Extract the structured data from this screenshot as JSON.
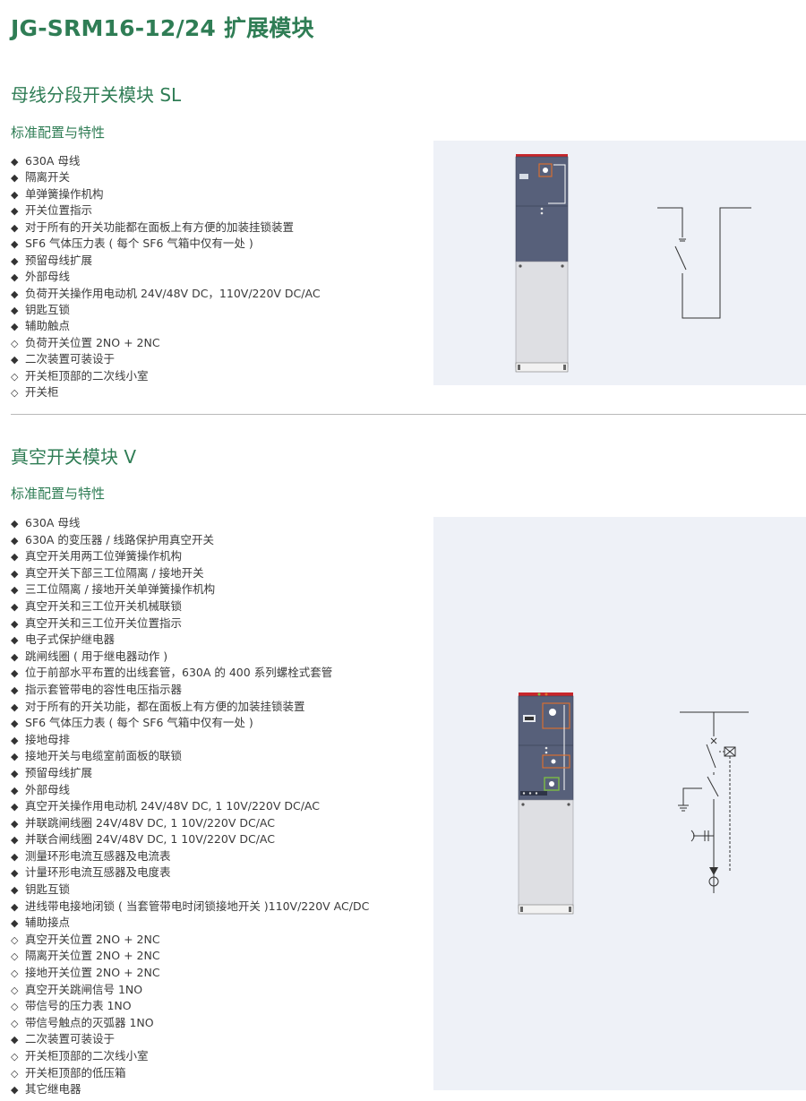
{
  "header": {
    "title": "JG-SRM16-12/24 扩展模块"
  },
  "sections": [
    {
      "title": "母线分段开关模块 SL",
      "subtitle": "标准配置与特性",
      "features": [
        {
          "mark": "◆",
          "text": "630A 母线"
        },
        {
          "mark": "◆",
          "text": "隔离开关"
        },
        {
          "mark": "◆",
          "text": "单弹簧操作机构"
        },
        {
          "mark": "◆",
          "text": "开关位置指示"
        },
        {
          "mark": "◆",
          "text": "对于所有的开关功能都在面板上有方便的加装挂锁装置"
        },
        {
          "mark": "◆",
          "text": "SF6 气体压力表 ( 每个 SF6 气箱中仅有一处 )"
        },
        {
          "mark": "◆",
          "text": "预留母线扩展"
        },
        {
          "mark": "◆",
          "text": "外部母线"
        },
        {
          "mark": "◆",
          "text": "负荷开关操作用电动机 24V/48V DC，110V/220V DC/AC"
        },
        {
          "mark": "◆",
          "text": "钥匙互锁"
        },
        {
          "mark": "◆",
          "text": "辅助触点"
        },
        {
          "mark": "◇",
          "text": "负荷开关位置 2NO + 2NC"
        },
        {
          "mark": "◆",
          "text": "二次装置可装设于"
        },
        {
          "mark": "◇",
          "text": "开关柜顶部的二次线小室"
        },
        {
          "mark": "◇",
          "text": "开关柜"
        }
      ]
    },
    {
      "title": "真空开关模块 V",
      "subtitle": "标准配置与特性",
      "features": [
        {
          "mark": "◆",
          "text": "630A 母线"
        },
        {
          "mark": "◆",
          "text": "630A 的变压器 / 线路保护用真空开关"
        },
        {
          "mark": "◆",
          "text": "真空开关用两工位弹簧操作机构"
        },
        {
          "mark": "◆",
          "text": "真空开关下部三工位隔离 / 接地开关"
        },
        {
          "mark": "◆",
          "text": "三工位隔离 / 接地开关单弹簧操作机构"
        },
        {
          "mark": "◆",
          "text": "真空开关和三工位开关机械联锁"
        },
        {
          "mark": "◆",
          "text": "真空开关和三工位开关位置指示"
        },
        {
          "mark": "◆",
          "text": "电子式保护继电器"
        },
        {
          "mark": "◆",
          "text": "跳闸线圈 ( 用于继电器动作 )"
        },
        {
          "mark": "◆",
          "text": "位于前部水平布置的出线套管，630A 的 400 系列螺栓式套管"
        },
        {
          "mark": "◆",
          "text": "指示套管带电的容性电压指示器"
        },
        {
          "mark": "◆",
          "text": "对于所有的开关功能，都在面板上有方便的加装挂锁装置"
        },
        {
          "mark": "◆",
          "text": "SF6 气体压力表 ( 每个 SF6 气箱中仅有一处 )"
        },
        {
          "mark": "◆",
          "text": "接地母排"
        },
        {
          "mark": "◆",
          "text": "接地开关与电缆室前面板的联锁"
        },
        {
          "mark": "◆",
          "text": "预留母线扩展"
        },
        {
          "mark": "◆",
          "text": "外部母线"
        },
        {
          "mark": "◆",
          "text": "真空开关操作用电动机 24V/48V DC, 1 10V/220V DC/AC"
        },
        {
          "mark": "◆",
          "text": "并联跳闸线圈 24V/48V DC, 1 10V/220V DC/AC"
        },
        {
          "mark": "◆",
          "text": "并联合闸线圈 24V/48V DC, 1 10V/220V DC/AC"
        },
        {
          "mark": "◆",
          "text": "测量环形电流互感器及电流表"
        },
        {
          "mark": "◆",
          "text": "计量环形电流互感器及电度表"
        },
        {
          "mark": "◆",
          "text": "钥匙互锁"
        },
        {
          "mark": "◆",
          "text": "进线带电接地闭锁 ( 当套管带电时闭锁接地开关 )110V/220V AC/DC"
        },
        {
          "mark": "◆",
          "text": "辅助接点"
        },
        {
          "mark": "◇",
          "text": "真空开关位置 2NO + 2NC"
        },
        {
          "mark": "◇",
          "text": "隔离开关位置 2NO + 2NC"
        },
        {
          "mark": "◇",
          "text": "接地开关位置 2NO + 2NC"
        },
        {
          "mark": "◇",
          "text": "真空开关跳闸信号 1NO"
        },
        {
          "mark": "◇",
          "text": "带信号的压力表 1NO"
        },
        {
          "mark": "◇",
          "text": "带信号触点的灭弧器 1NO"
        },
        {
          "mark": "◆",
          "text": "二次装置可装设于"
        },
        {
          "mark": "◇",
          "text": "开关柜顶部的二次线小室"
        },
        {
          "mark": "◇",
          "text": "开关柜顶部的低压箱"
        },
        {
          "mark": "◆",
          "text": "其它继电器"
        }
      ]
    }
  ],
  "colors": {
    "heading_green": "#2f7d55",
    "panel_bg": "#eef1f7",
    "cabinet_upper": "#57607a",
    "cabinet_lower": "#dedfe3",
    "cabinet_top_red": "#c8262b",
    "accent_orange": "#e2702b",
    "accent_green": "#7fc241"
  },
  "icons": [
    "switchgear-cabinet-sl-icon",
    "single-line-diagram-sl-icon",
    "switchgear-cabinet-v-icon",
    "single-line-diagram-v-icon"
  ]
}
